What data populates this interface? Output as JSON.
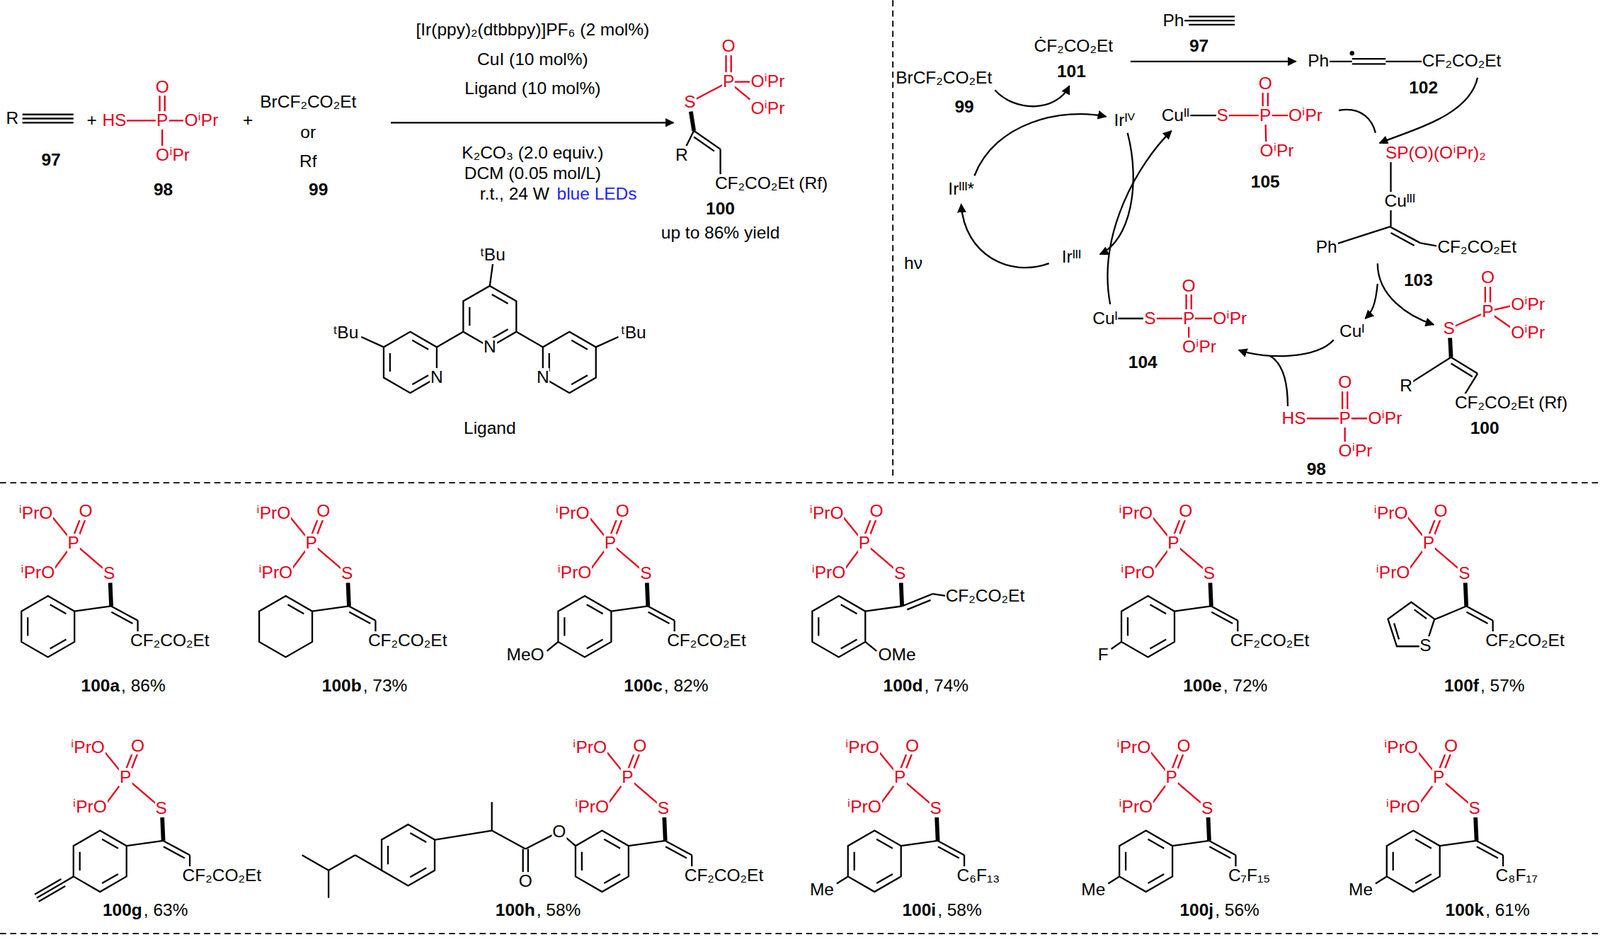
{
  "diagram": {
    "labels": [
      "R",
      "97",
      "+",
      "O",
      "HS",
      "P",
      "OⁱPr",
      "OⁱPr",
      "98",
      "+",
      "BrCF₂CO₂Et",
      "or",
      "Rf",
      "99",
      "[Ir(ppy)₂(dtbbpy)]PF₆ (2 mol%)",
      "CuI (10 mol%)",
      "Ligand (10 mol%)",
      "K₂CO₃ (2.0 equiv.)",
      "DCM (0.05 mol/L)",
      "r.t., 24 W",
      "blue LEDs",
      "O",
      "S",
      "P",
      "OⁱPr",
      "OⁱPr",
      "R",
      "CF₂CO₂Et (Rf)",
      "100",
      "up to 86% yield",
      "ᵗBu",
      "ᵗBu",
      "N",
      "N",
      "N",
      "ᵗBu",
      "Ligand",
      "Ph",
      "97",
      "BrCF₂CO₂Et",
      "ĊF₂CO₂Et",
      "101",
      "99",
      "Ph",
      "CF₂CO₂Et",
      "102",
      "O",
      "Irᴵⱽ",
      "Cuᴵᴵ",
      "S",
      "P",
      "OⁱPr",
      "OⁱPr",
      "SP(O)(OⁱPr)₂",
      "105",
      "Irᴵᴵᴵ*",
      "Cuᴵᴵᴵ",
      "Ph",
      "CF₂CO₂Et",
      "Irᴵᴵᴵ",
      "hν",
      "103",
      "O",
      "O",
      "Cuᴵ",
      "S",
      "P",
      "OⁱPr",
      "P",
      "OⁱPr",
      "S",
      "Cuᴵ",
      "OⁱPr",
      "OⁱPr",
      "104",
      "O",
      "R",
      "CF₂CO₂Et (Rf)",
      "HS",
      "P",
      "OⁱPr",
      "100",
      "OⁱPr",
      "98",
      "ⁱPrO",
      "O",
      "P",
      "ⁱPrO",
      "S",
      "CF₂CO₂Et",
      "100a",
      ", 86%",
      "ⁱPrO",
      "O",
      "P",
      "ⁱPrO",
      "S",
      "CF₂CO₂Et",
      "100b",
      ", 73%",
      "ⁱPrO",
      "O",
      "P",
      "ⁱPrO",
      "S",
      "MeO",
      "CF₂CO₂Et",
      "100c",
      ", 82%",
      "ⁱPrO",
      "O",
      "P",
      "ⁱPrO",
      "S",
      "CF₂CO₂Et",
      "OMe",
      "100d",
      ", 74%",
      "ⁱPrO",
      "O",
      "P",
      "ⁱPrO",
      "S",
      "F",
      "CF₂CO₂Et",
      "100e",
      ", 72%",
      "ⁱPrO",
      "O",
      "P",
      "ⁱPrO",
      "S",
      "S",
      "CF₂CO₂Et",
      "100f",
      ", 57%",
      "ⁱPrO",
      "O",
      "P",
      "ⁱPrO",
      "S",
      "CF₂CO₂Et",
      "100g",
      ", 63%",
      "ⁱPrO",
      "O",
      "P",
      "ⁱPrO",
      "S",
      "O",
      "O",
      "CF₂CO₂Et",
      "100h",
      ", 58%",
      "ⁱPrO",
      "O",
      "P",
      "ⁱPrO",
      "S",
      "Me",
      "C₆F₁₃",
      "100i",
      ", 58%",
      "ⁱPrO",
      "O",
      "P",
      "ⁱPrO",
      "S",
      "Me",
      "C₇F₁₅",
      "100j",
      ", 56%",
      "ⁱPrO",
      "O",
      "P",
      "ⁱPrO",
      "S",
      "Me",
      "C₈F₁₇",
      "100k",
      ", 61%"
    ]
  }
}
